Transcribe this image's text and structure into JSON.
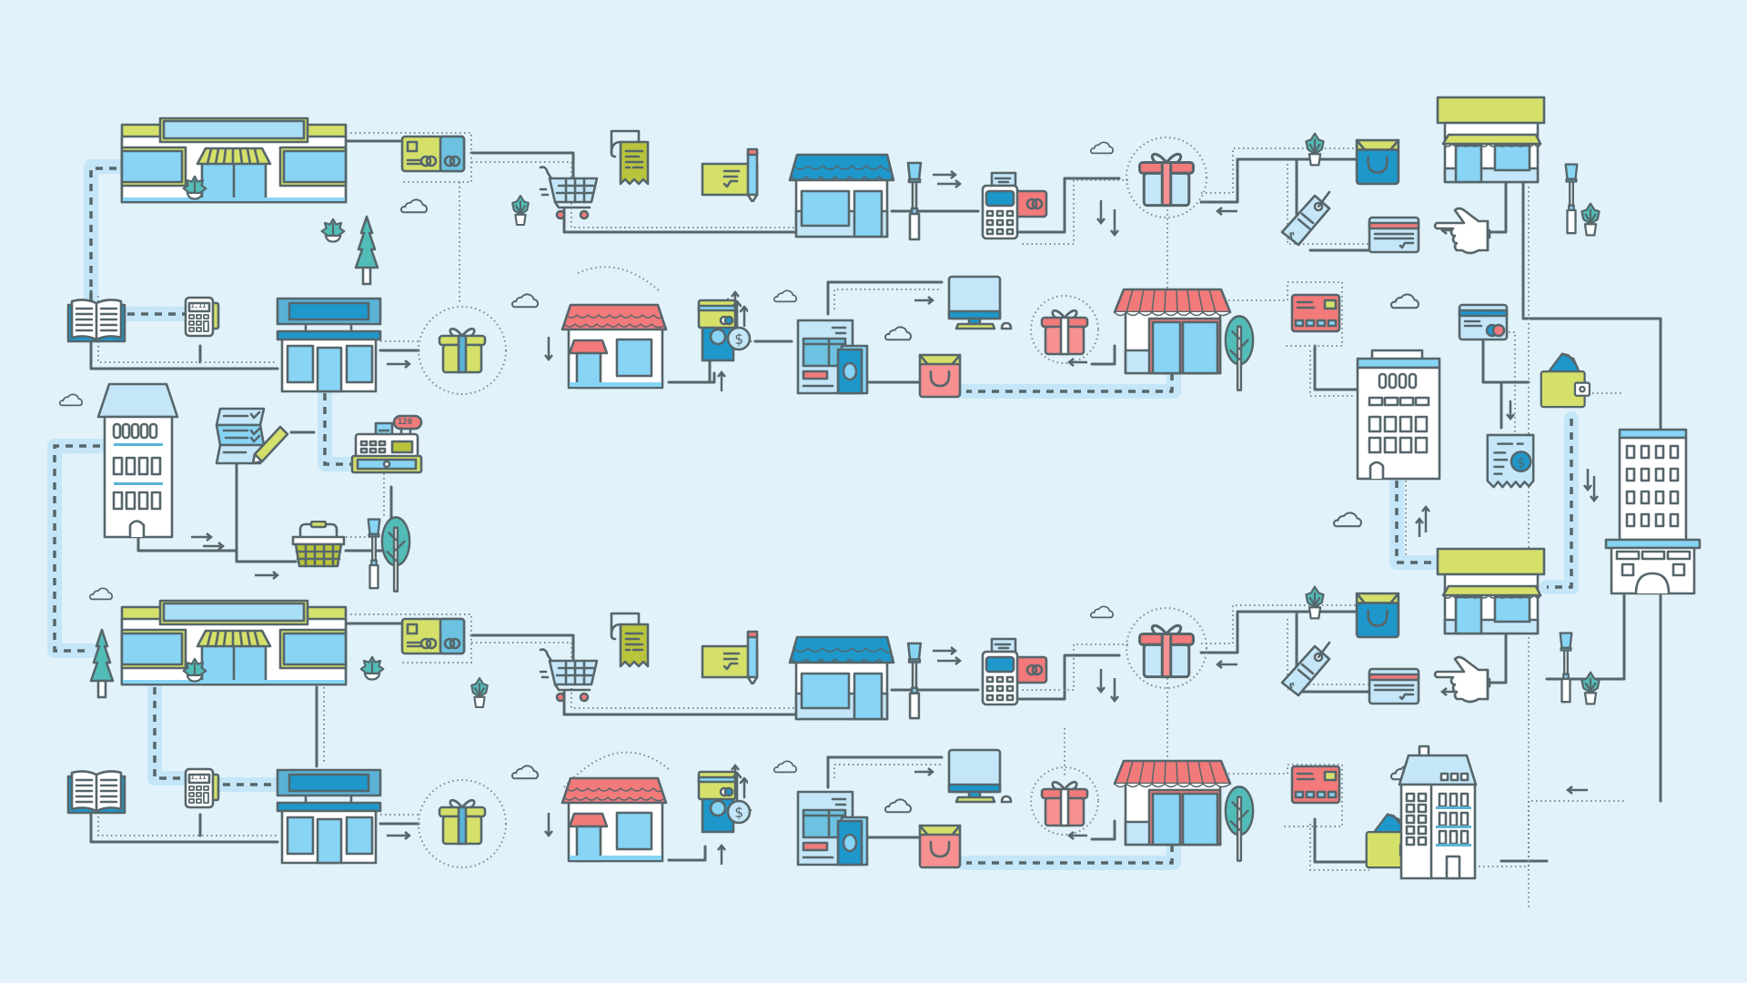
{
  "scene": {
    "title": "Retail shopping and payment flow city illustration",
    "colors": {
      "background": "#E1F2FA",
      "outline": "#56666B",
      "sky_blue": "#87D4F5",
      "pale_blue": "#C4E6F8",
      "deep_blue": "#1E97CB",
      "lime": "#D4E06A",
      "olive": "#B8C43C",
      "coral": "#F27A7A",
      "teal": "#52BDB8",
      "white": "#FFFFFF"
    },
    "cash_register_display": "120",
    "calculator_display": "1,11",
    "currency_symbol": "$",
    "sections": [
      {
        "name": "upper-route",
        "icons": [
          "storefront",
          "credit-card",
          "shopping-cart",
          "receipt",
          "cheque",
          "house",
          "street-lamp",
          "pos-terminal",
          "gift",
          "shopping-bag",
          "price-tag",
          "bank-card",
          "pointing-hand"
        ]
      },
      {
        "name": "middle-route",
        "icons": [
          "book",
          "calculator",
          "kiosk",
          "gift",
          "house",
          "payment-card",
          "coin",
          "invoice",
          "computer",
          "awning-store",
          "tree",
          "office-building",
          "wallet"
        ]
      },
      {
        "name": "lower-route",
        "icons": [
          "storefront",
          "credit-card",
          "shopping-cart",
          "receipt",
          "cheque",
          "house",
          "pos-terminal",
          "gift",
          "apartment-building"
        ]
      }
    ]
  }
}
